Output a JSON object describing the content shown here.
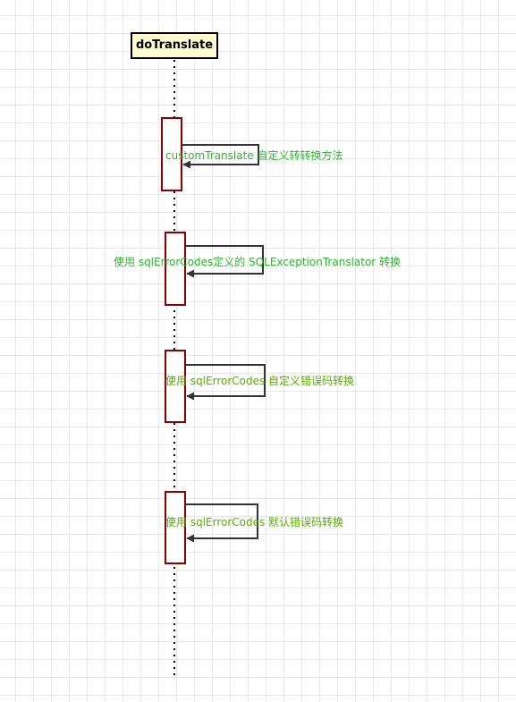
{
  "lifeline": {
    "title": "doTranslate"
  },
  "colors": {
    "title_fill": "#fdfbd0",
    "activation_border": "#8b0000",
    "message_line": "#000000",
    "label_green": "#2db82d",
    "label_lime": "#55b000"
  },
  "messages": [
    {
      "label": "customTranslate 自定义转转换方法",
      "color": "#2db82d"
    },
    {
      "label": "使用 sqlErrorCodes定义的 SQLExceptionTranslator 转换",
      "color": "#2db82d"
    },
    {
      "label": "使用 sqlErrorCodes 自定义错误码转换",
      "color": "#55b000"
    },
    {
      "label": "使用 sqlErrorCodes 默认错误码转换",
      "color": "#55b000"
    }
  ]
}
